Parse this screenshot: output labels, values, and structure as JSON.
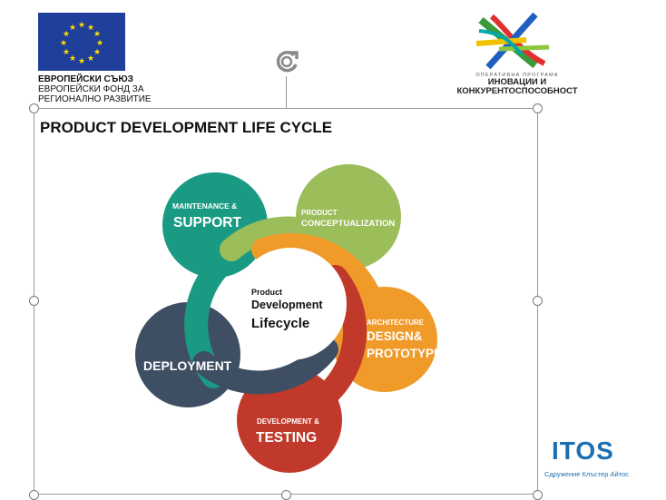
{
  "eu": {
    "line1": "ЕВРОПЕЙСКИ СЪЮЗ",
    "line2": "ЕВРОПЕЙСКИ ФОНД ЗА",
    "line3": "РЕГИОНАЛНО РАЗВИТИЕ"
  },
  "op": {
    "small": "ОПЕРАТИВНА ПРОГРАМА",
    "line1": "ИНОВАЦИИ И",
    "line2": "КОНКУРЕНТОСПОСОБНОСТ"
  },
  "slide": {
    "title": "PRODUCT DEVELOPMENT LIFE CYCLE"
  },
  "diagram": {
    "center": {
      "line1": "Product",
      "line2": "Development",
      "line3": "Lifecycle"
    },
    "phases": [
      {
        "id": "maintenance",
        "small": "MAINTENANCE &",
        "big": "SUPPORT",
        "color": "#1a9a82"
      },
      {
        "id": "conceptualization",
        "small": "PRODUCT",
        "big": "CONCEPTUALIZATION",
        "color": "#9bbd5a"
      },
      {
        "id": "architecture",
        "small": "ARCHITECTURE",
        "big": "DESIGN&",
        "big2": "PROTOTYPE",
        "color": "#f09a2a"
      },
      {
        "id": "testing",
        "small": "DEVELOPMENT &",
        "big": "TESTING",
        "color": "#c0392b"
      },
      {
        "id": "deployment",
        "big": "DEPLOYMENT",
        "color": "#3f4f63"
      }
    ]
  },
  "itos": {
    "logo": "ITOS",
    "caption": "Сдружение Клъстер Айтос",
    "color": "#1b6fb3"
  }
}
